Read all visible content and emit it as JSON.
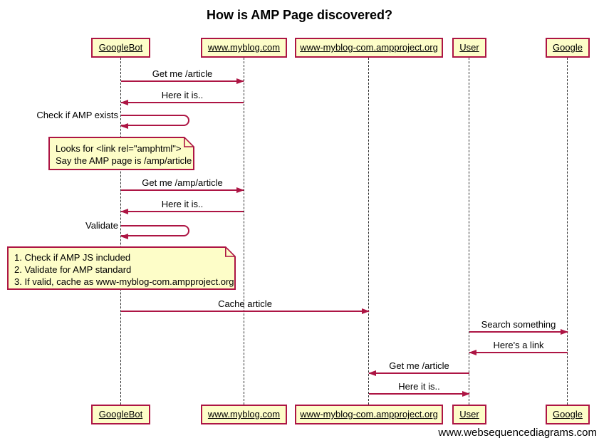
{
  "title": "How is AMP Page discovered?",
  "actors": [
    {
      "label": "GoogleBot"
    },
    {
      "label": "www.myblog.com"
    },
    {
      "label": "www-myblog-com.ampproject.org"
    },
    {
      "label": "User"
    },
    {
      "label": "Google"
    }
  ],
  "messages": [
    {
      "label": "Get me /article",
      "from": "GoogleBot",
      "to": "www.myblog.com",
      "direction": "right"
    },
    {
      "label": "Here it is..",
      "from": "www.myblog.com",
      "to": "GoogleBot",
      "direction": "left"
    },
    {
      "label": "Check if AMP exists",
      "from": "GoogleBot",
      "to": "GoogleBot",
      "direction": "self"
    },
    {
      "label": "Get me /amp/article",
      "from": "GoogleBot",
      "to": "www.myblog.com",
      "direction": "right"
    },
    {
      "label": "Here it is..",
      "from": "www.myblog.com",
      "to": "GoogleBot",
      "direction": "left"
    },
    {
      "label": "Validate",
      "from": "GoogleBot",
      "to": "GoogleBot",
      "direction": "self"
    },
    {
      "label": "Cache article",
      "from": "GoogleBot",
      "to": "www-myblog-com.ampproject.org",
      "direction": "right"
    },
    {
      "label": "Search something",
      "from": "User",
      "to": "Google",
      "direction": "right"
    },
    {
      "label": "Here's a link",
      "from": "Google",
      "to": "User",
      "direction": "left"
    },
    {
      "label": "Get me /article",
      "from": "User",
      "to": "www-myblog-com.ampproject.org",
      "direction": "left"
    },
    {
      "label": "Here it is..",
      "from": "www-myblog-com.ampproject.org",
      "to": "User",
      "direction": "right"
    }
  ],
  "notes": [
    {
      "lines": [
        "Looks for <link rel=\"amphtml\">",
        "Say the AMP page is /amp/article"
      ]
    },
    {
      "lines": [
        "1. Check if AMP JS included",
        "2. Validate for AMP standard",
        "3. If valid, cache as www-myblog-com.ampproject.org"
      ]
    }
  ],
  "watermark": "www.websequencediagrams.com",
  "colors": {
    "accent": "#ad1544",
    "box_fill": "#fdfdc8",
    "text": "#000000"
  }
}
